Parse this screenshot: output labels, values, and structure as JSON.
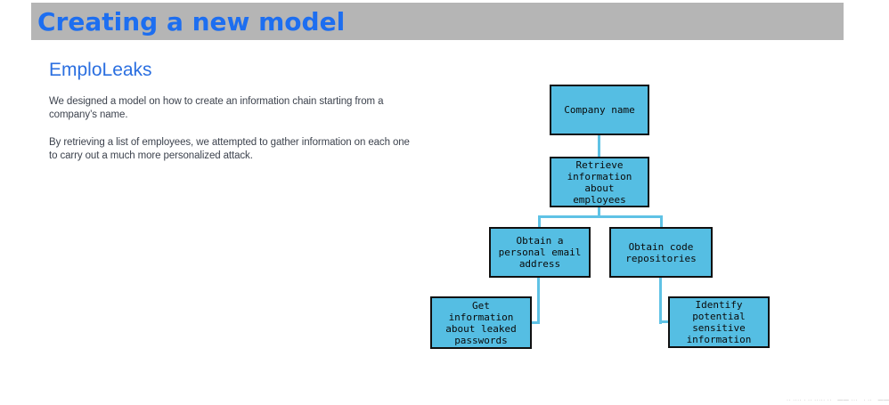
{
  "slide": {
    "title": "Creating a new model",
    "heading": "EmploLeaks",
    "paragraphs": [
      "We designed a model on how to create an information chain starting from a company’s name.",
      "By retrieving a list of employees, we attempted to gather information on each one to carry out a much more personalized attack."
    ]
  },
  "flowchart": {
    "nodes": [
      {
        "id": "company-name",
        "label": "Company name"
      },
      {
        "id": "retrieve-employee-info",
        "label": "Retrieve\ninformation\nabout\nemployees"
      },
      {
        "id": "obtain-personal-email",
        "label": "Obtain a\npersonal email\naddress"
      },
      {
        "id": "obtain-code-repos",
        "label": "Obtain code\nrepositories"
      },
      {
        "id": "leaked-passwords",
        "label": "Get\ninformation\nabout leaked\npasswords"
      },
      {
        "id": "identify-sensitive-info",
        "label": "Identify\npotential\nsensitive\ninformation"
      }
    ],
    "edges": [
      {
        "from": "company-name",
        "to": "retrieve-employee-info"
      },
      {
        "from": "retrieve-employee-info",
        "to": "obtain-personal-email"
      },
      {
        "from": "retrieve-employee-info",
        "to": "obtain-code-repos"
      },
      {
        "from": "obtain-personal-email",
        "to": "leaked-passwords"
      },
      {
        "from": "obtain-code-repos",
        "to": "identify-sensitive-info"
      }
    ]
  },
  "footer": {
    "fragment": "·· ···· · ·· ····· ·· —— ··· · ·· ——"
  },
  "colors": {
    "title_bar_bg": "#b5b5b5",
    "title_text": "#1d6ef0",
    "heading_text": "#2b6fe0",
    "body_text": "#3d434e",
    "node_fill": "#55bee3",
    "node_border": "#101010",
    "connector": "#5fc2e5",
    "page_bg": "#ffffff"
  }
}
